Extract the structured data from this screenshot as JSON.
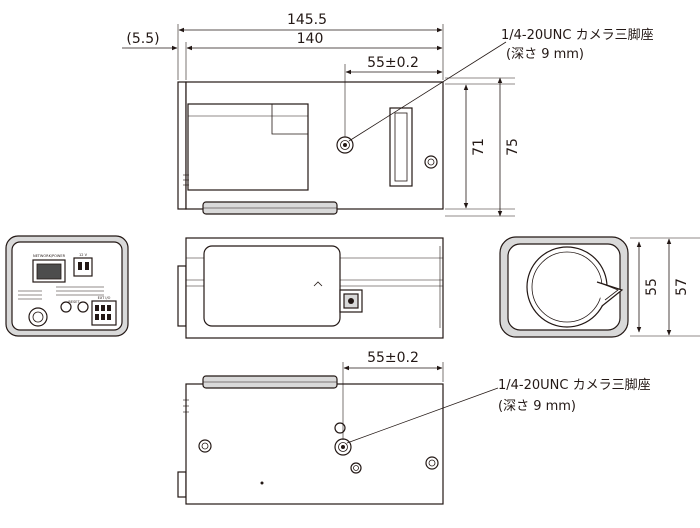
{
  "dimensions": {
    "total_length": "145.5",
    "body_length": "140",
    "front_offset": "(5.5)",
    "tripod_offset_top": "55±0.2",
    "tripod_offset_bottom": "55±0.2",
    "height_body": "71",
    "height_total": "75",
    "width_body": "55",
    "width_total": "57"
  },
  "annotations": {
    "tripod_top_line1": "1/4-20UNC カメラ三脚座",
    "tripod_top_line2": "(深さ 9 mm)",
    "tripod_bottom_line1": "1/4-20UNC カメラ三脚座",
    "tripod_bottom_line2": "(深さ 9 mm)"
  },
  "rear_panel_labels": {
    "port_label": "NETWORK/POWER",
    "power_label": "12 V",
    "reset_label": "RESET",
    "ext_io_label": "EXT I/O"
  }
}
